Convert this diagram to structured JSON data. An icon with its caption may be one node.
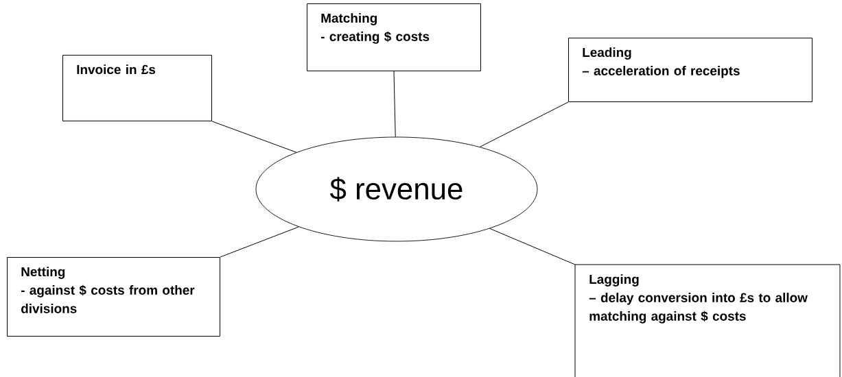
{
  "diagram": {
    "nodes": [
      {
        "text": [
          "Matching",
          "- creating $ costs"
        ]
      },
      {
        "text": [
          "Invoice in £s"
        ]
      },
      {
        "text": [
          "Leading",
          "– acceleration of receipts"
        ]
      },
      {
        "text": [
          "$ revenue"
        ]
      },
      {
        "text": [
          "Netting",
          "- against $ costs from other divisions"
        ]
      },
      {
        "text": [
          "Lagging",
          "– delay conversion into £s to allow matching against $ costs"
        ]
      }
    ],
    "edges": [
      {
        "from": 0,
        "to": 3,
        "arrow": "none"
      },
      {
        "from": 1,
        "to": 3,
        "arrow": "none"
      },
      {
        "from": 2,
        "to": 3,
        "arrow": "none"
      },
      {
        "from": 4,
        "to": 3,
        "arrow": "none"
      },
      {
        "from": 5,
        "to": 3,
        "arrow": "none"
      }
    ]
  }
}
